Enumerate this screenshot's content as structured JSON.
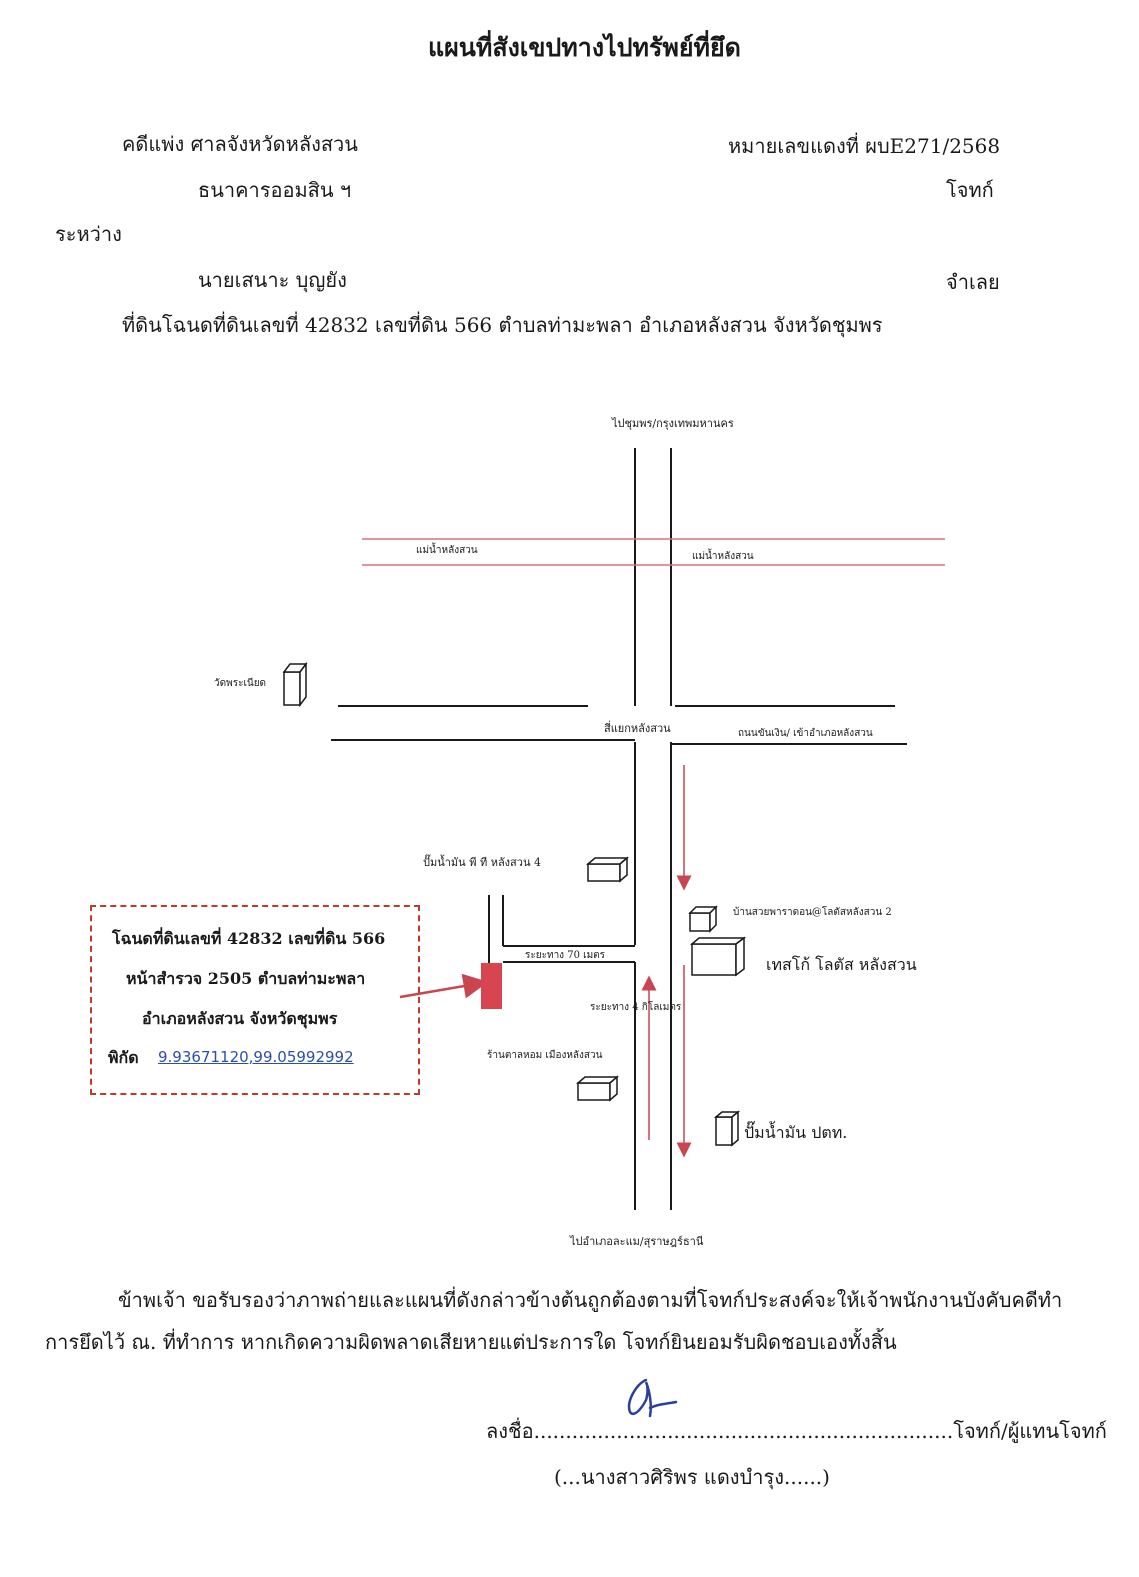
{
  "title": "แผนที่สังเขปทางไปทรัพย์ที่ยึด",
  "header": {
    "case_court": "คดีแพ่ง  ศาลจังหวัดหลังสวน",
    "red_number": "หมายเลขแดงที่ ผบE271/2568",
    "plaintiff_name": "ธนาคารออมสิน ฯ",
    "plaintiff_role": "โจทก์",
    "between": "ระหว่าง",
    "defendant_name": "นายเสนาะ  บุญยัง",
    "defendant_role": "จำเลย",
    "land_info": "ที่ดินโฉนดที่ดินเลขที่   42832  เลขที่ดิน   566   ตำบลท่ามะพลา   อำเภอหลังสวน    จังหวัดชุมพร"
  },
  "map": {
    "to_north": "ไปชุมพร/กรุงเทพมหานคร",
    "river_left": "แม่น้ำหลังสวน",
    "river_right": "แม่น้ำหลังสวน",
    "temple": "วัดพระเนียด",
    "intersection": "สี่แยกหลังสวน",
    "road_east": "ถนนขันเงิน/ เข้าอำเภอหลังสวน",
    "gas_station_pt": "ปั๊มน้ำมัน พี ที หลังสวน 4",
    "lotus_village": "บ้านสวยพาราดอน@โลตัสหลังสวน 2",
    "tesco": "เทสโก้ โลตัส หลังสวน",
    "dist_70": "ระยะทาง 70 เมตร",
    "dist_4km": "ระยะทาง  4   กิโลเมตร",
    "shop": "ร้านตาลหอม  เมืองหลังสวน",
    "gas_station_ptt": "ปั๊มน้ำมัน ปตท.",
    "to_south": "ไปอำเภอละแม/สุราษฎร์ธานี",
    "colors": {
      "river": "#d9707a",
      "arrow": "#c94550",
      "marker": "#d64550",
      "box_border": "#c0392b",
      "road": "#1a1a1a"
    }
  },
  "info_box": {
    "line1": "โฉนดที่ดินเลขที่ 42832  เลขที่ดิน 566",
    "line2": "หน้าสำรวจ 2505  ตำบลท่ามะพลา",
    "line3": "อำเภอหลังสวน   จังหวัดชุมพร",
    "coord_label": "พิกัด",
    "coord_value": "9.93671120,99.05992992"
  },
  "certification": {
    "line1": "ข้าพเจ้า ขอรับรองว่าภาพถ่ายและแผนที่ดังกล่าวข้างต้นถูกต้องตามที่โจทก์ประสงค์จะให้เจ้าพนักงานบังคับคดีทำ",
    "line2": "การยึดไว้ ณ. ที่ทำการ  หากเกิดความผิดพลาดเสียหายแต่ประการใด  โจทก์ยินยอมรับผิดชอบเองทั้งสิ้น"
  },
  "signature": {
    "line": "ลงชื่อ..................................................................โจทก์/ผู้แทนโจทก์",
    "name": "(...นางสาวศิริพร  แดงบำรุง......)"
  }
}
